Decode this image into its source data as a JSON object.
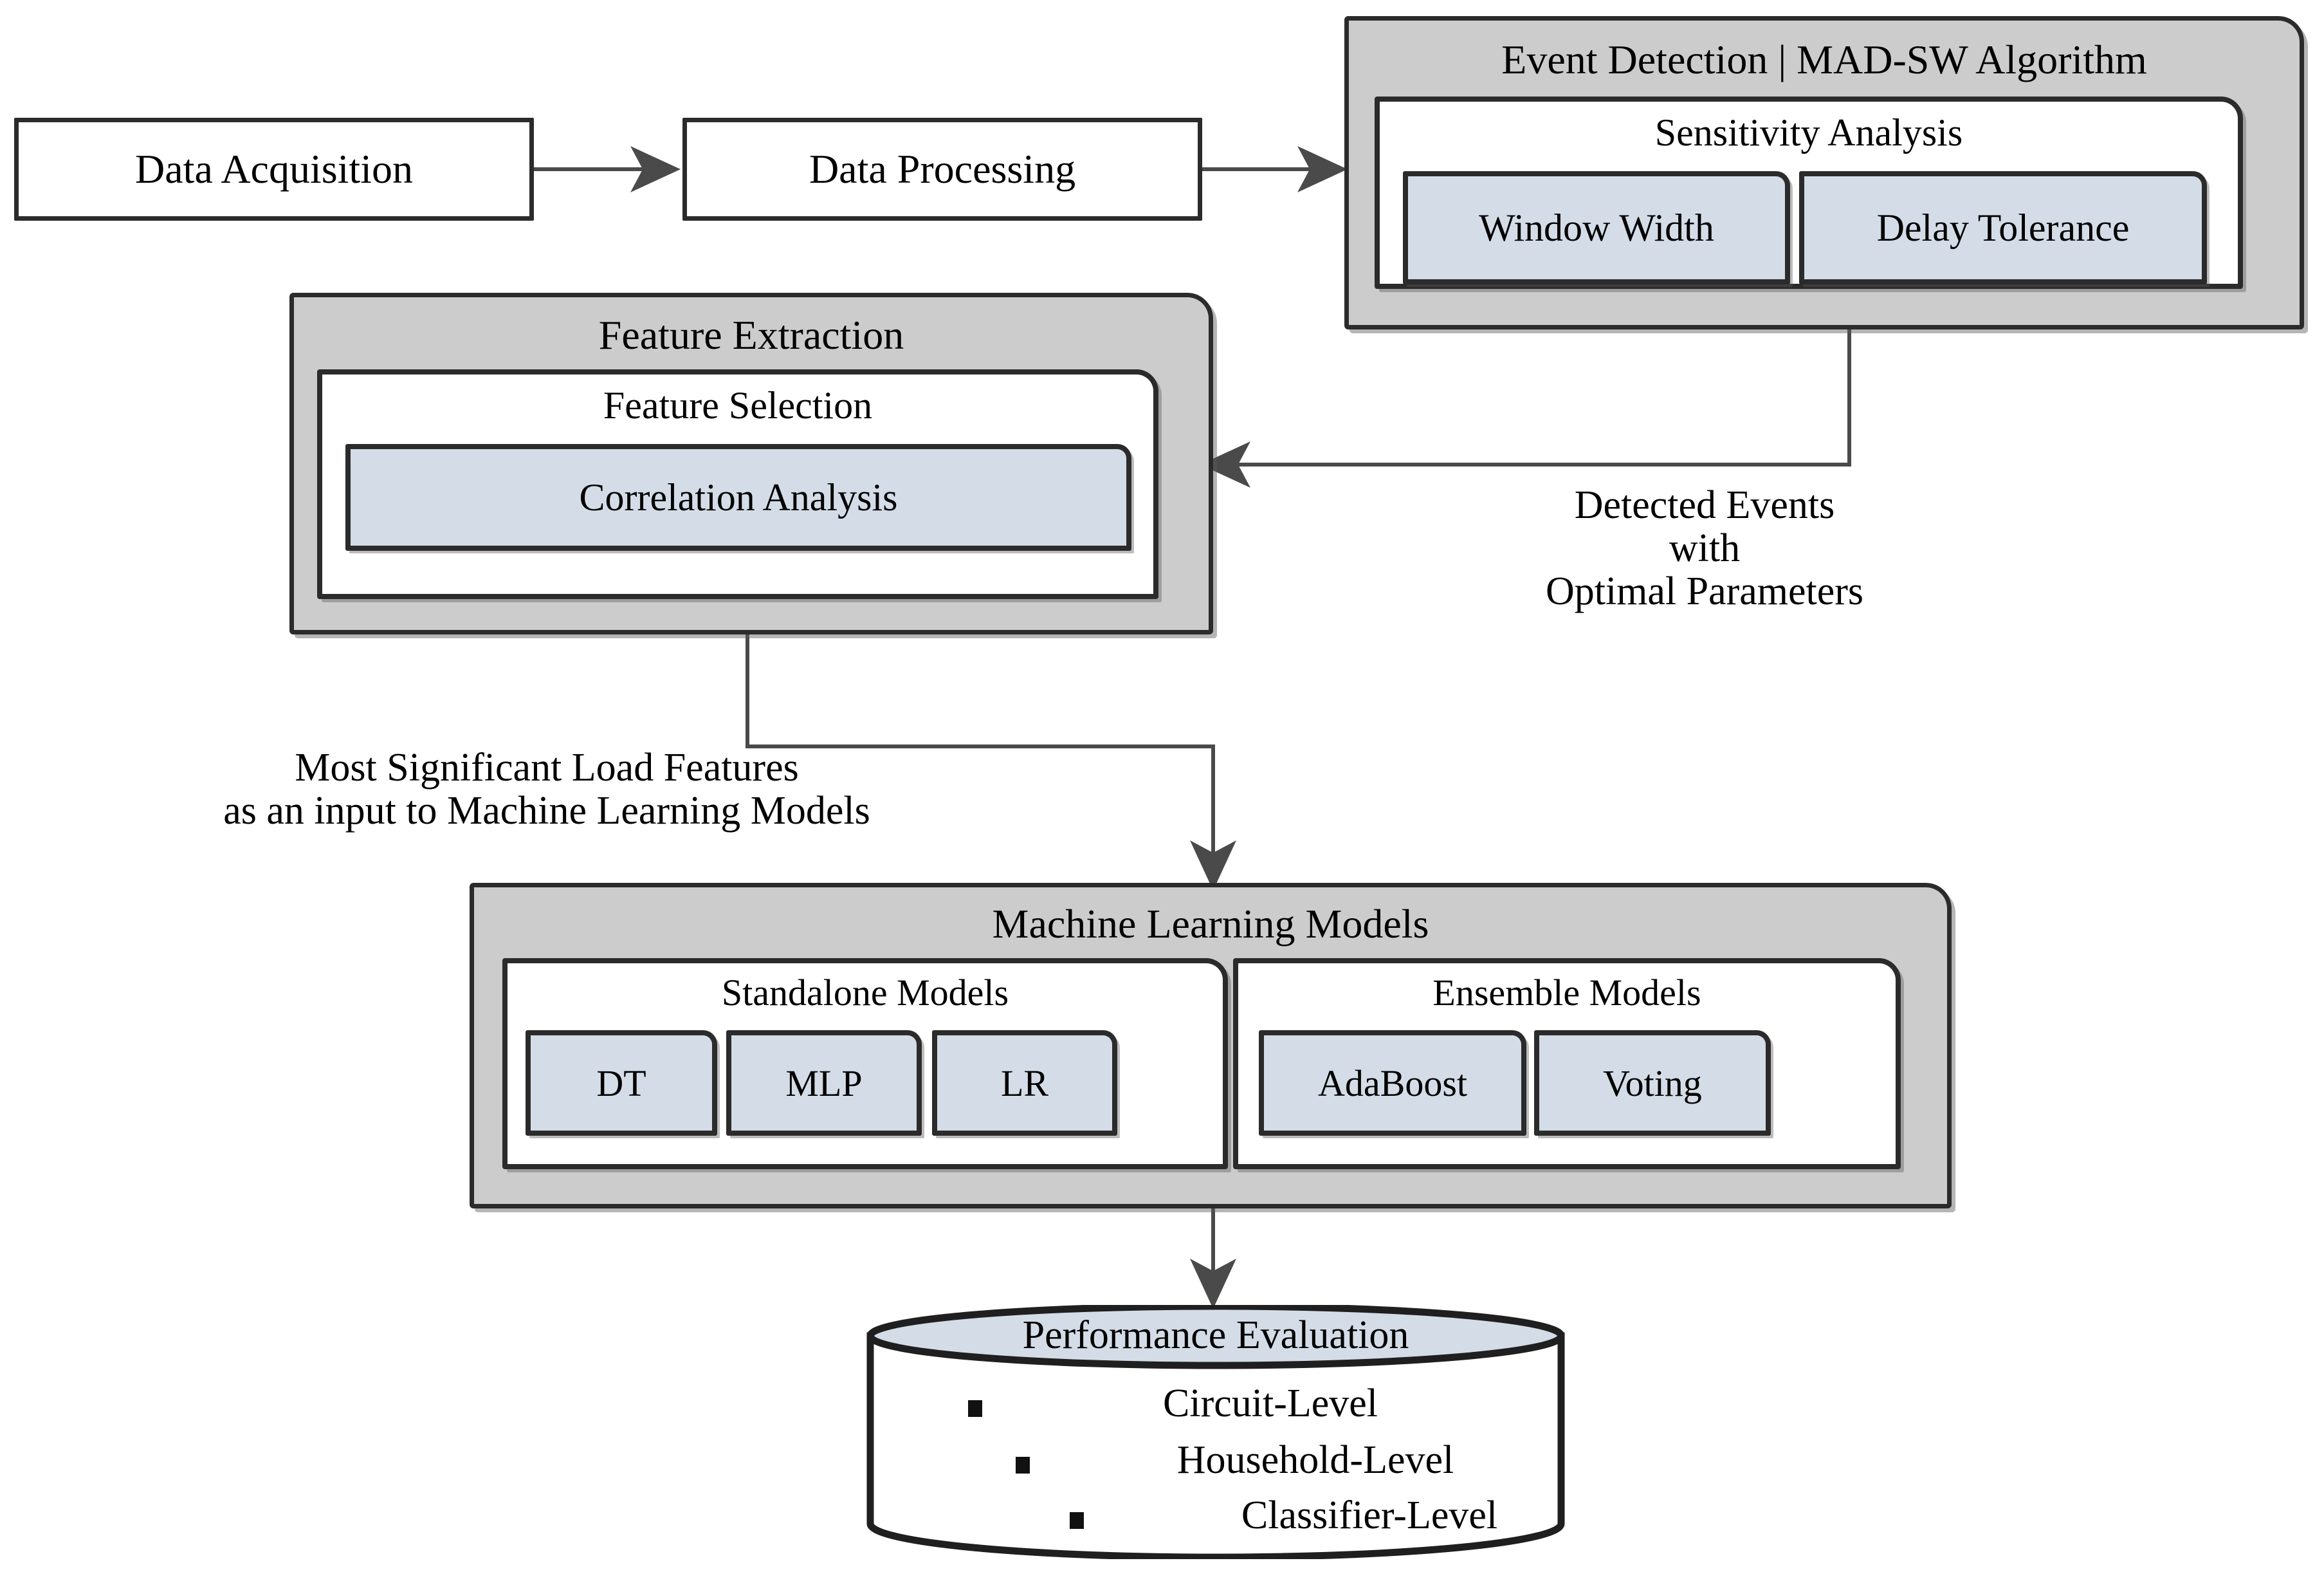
{
  "diagram": {
    "title_hidden": "",
    "nodes": {
      "data_acquisition": {
        "label": "Data Acquisition"
      },
      "data_processing": {
        "label": "Data Processing"
      },
      "event_detection": {
        "title": "Event Detection | MAD-SW Algorithm",
        "subsection": {
          "title": "Sensitivity Analysis"
        },
        "params": [
          {
            "label": "Window Width"
          },
          {
            "label": "Delay Tolerance"
          }
        ]
      },
      "feature_extraction": {
        "title": "Feature Extraction",
        "subsection": {
          "title": "Feature Selection"
        },
        "params": [
          {
            "label": "Correlation Analysis"
          }
        ]
      },
      "ml_models": {
        "title": "Machine Learning Models",
        "groups": [
          {
            "title": "Standalone Models",
            "items": [
              {
                "label": "DT"
              },
              {
                "label": "MLP"
              },
              {
                "label": "LR"
              }
            ]
          },
          {
            "title": "Ensemble Models",
            "items": [
              {
                "label": "AdaBoost"
              },
              {
                "label": "Voting"
              }
            ]
          }
        ]
      },
      "performance_evaluation": {
        "title": "Performance Evaluation",
        "items": [
          {
            "label": "Circuit-Level"
          },
          {
            "label": "Household-Level"
          },
          {
            "label": "Classifier-Level"
          }
        ]
      }
    },
    "edge_labels": {
      "detected_events": {
        "line1": "Detected Events",
        "line2": "with",
        "line3": "Optimal Parameters"
      },
      "significant_features": {
        "line1": "Most Significant Load Features",
        "line2": "as an input to Machine Learning Models"
      }
    },
    "colors": {
      "shell_fill": "#cccccc",
      "leaf_fill": "#d4dce7",
      "stroke": "#2b2b2b",
      "canvas": "#ffffff"
    }
  }
}
